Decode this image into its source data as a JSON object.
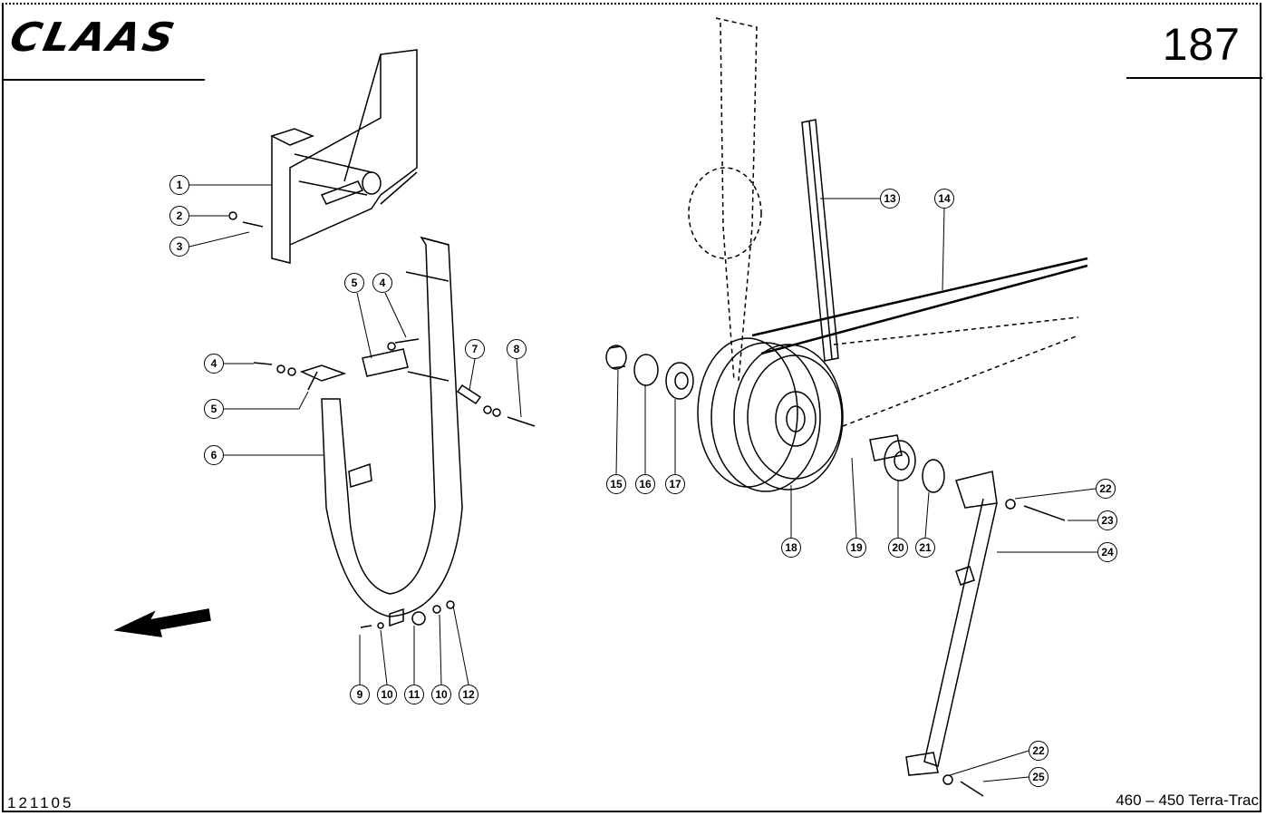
{
  "header": {
    "brand": "CLAAS",
    "page_number": "187"
  },
  "footer": {
    "document_number": "121105",
    "model": "460 – 450 Terra-Trac"
  },
  "callouts": [
    "1",
    "2",
    "3",
    "5",
    "4",
    "4",
    "5",
    "6",
    "7",
    "8",
    "9",
    "10",
    "11",
    "10",
    "12",
    "13",
    "14",
    "15",
    "16",
    "17",
    "18",
    "19",
    "20",
    "21",
    "22",
    "23",
    "24",
    "22",
    "25"
  ]
}
